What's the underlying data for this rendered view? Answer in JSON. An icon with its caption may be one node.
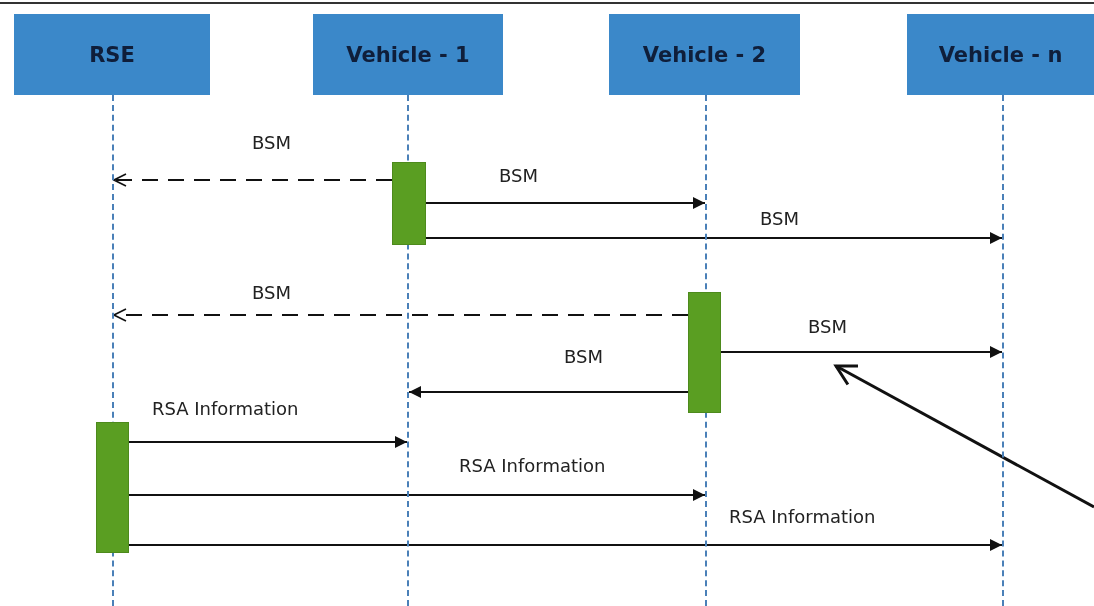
{
  "diagram": {
    "nodes": [
      {
        "text": [
          "RSE"
        ]
      },
      {
        "text": [
          "Vehicle - 1"
        ]
      },
      {
        "text": [
          "Vehicle - 2"
        ]
      },
      {
        "text": [
          "Vehicle - n"
        ]
      },
      {
        "text": [],
        "shape": "line"
      },
      {
        "text": [],
        "shape": "line"
      },
      {
        "text": [],
        "shape": "line"
      },
      {
        "text": [],
        "shape": "line"
      },
      {
        "text": [],
        "shape": "bar"
      },
      {
        "text": [],
        "shape": "bar"
      },
      {
        "text": [],
        "shape": "bar"
      }
    ],
    "edges": [
      {
        "from": 8,
        "to": 4,
        "arrow": "to",
        "label": "BSM",
        "style": "dashed"
      },
      {
        "from": 8,
        "to": 6,
        "arrow": "to",
        "label": "BSM"
      },
      {
        "from": 8,
        "to": 7,
        "arrow": "to",
        "label": "BSM"
      },
      {
        "from": 9,
        "to": 4,
        "arrow": "to",
        "label": "BSM",
        "style": "dashed"
      },
      {
        "from": 9,
        "to": 7,
        "arrow": "to",
        "label": "BSM"
      },
      {
        "from": 9,
        "to": 5,
        "arrow": "to",
        "label": "BSM"
      },
      {
        "from": 10,
        "to": 5,
        "arrow": "to",
        "label": "RSA Information"
      },
      {
        "from": 10,
        "to": 6,
        "arrow": "to",
        "label": "RSA Information"
      },
      {
        "from": 10,
        "to": 7,
        "arrow": "to",
        "label": "RSA Information"
      }
    ]
  }
}
